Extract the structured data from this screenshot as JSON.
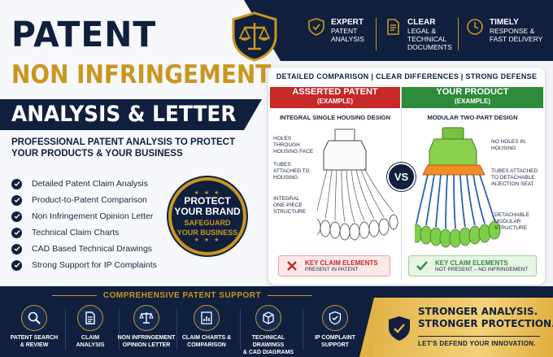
{
  "header": {
    "title_line1": "PATENT",
    "title_line2": "NON INFRINGEMENT",
    "title_line3": "ANALYSIS & LETTER",
    "subtitle": "PROFESSIONAL PATENT ANALYSIS TO PROTECT YOUR PRODUCTS & YOUR BUSINESS"
  },
  "top_features": [
    {
      "head": "EXPERT",
      "body1": "PATENT",
      "body2": "ANALYSIS",
      "body3": "",
      "icon": "shield-check-icon"
    },
    {
      "head": "CLEAR",
      "body1": "LEGAL &",
      "body2": "TECHNICAL",
      "body3": "DOCUMENTS",
      "icon": "document-icon"
    },
    {
      "head": "TIMELY",
      "body1": "RESPONSE &",
      "body2": "FAST DELIVERY",
      "body3": "",
      "icon": "clock-icon"
    }
  ],
  "features": [
    "Detailed Patent Claim Analysis",
    "Product-to-Patent Comparison",
    "Non Infringement Opinion Letter",
    "Technical Claim Charts",
    "CAD Based Technical Drawings",
    "Strong Support for IP Complaints"
  ],
  "badge": {
    "stars": "★ ★ ★",
    "line1": "PROTECT",
    "line2": "YOUR BRAND",
    "line3": "SAFEGUARD",
    "line4": "YOUR BUSINESS",
    "stars_bottom": "★ ★ ★"
  },
  "comparison": {
    "top_label": "DETAILED COMPARISON  |  CLEAR DIFFERENCES  |  STRONG DEFENSE",
    "left": {
      "head": "ASSERTED PATENT",
      "sub": "(EXAMPLE)",
      "design": "INTEGRAL SINGLE HOUSING DESIGN",
      "notes": [
        "HOLES THROUGH HOUSING FACE",
        "TUBES ATTACHED TO HOUSING",
        "INTEGRAL ONE-PIECE STRUCTURE"
      ],
      "result1": "KEY CLAIM ELEMENTS",
      "result2": "PRESENT IN PATENT",
      "color": "#c62828"
    },
    "right": {
      "head": "YOUR PRODUCT",
      "sub": "(EXAMPLE)",
      "design": "MODULAR TWO-PART DESIGN",
      "notes": [
        "NO HOLES IN HOUSING",
        "TUBES ATTACHED TO DETACHABLE INJECTION SEAT",
        "DETACHABLE MODULAR STRUCTURE"
      ],
      "result1": "KEY CLAIM ELEMENTS",
      "result2": "NOT PRESENT – NO INFRINGEMENT",
      "color": "#2e8b3a"
    },
    "vs": "VS"
  },
  "bottom": {
    "title": "COMPREHENSIVE PATENT SUPPORT",
    "services": [
      {
        "l1": "PATENT SEARCH",
        "l2": "& REVIEW",
        "icon": "search-icon"
      },
      {
        "l1": "CLAIM",
        "l2": "ANALYSIS",
        "icon": "document-icon"
      },
      {
        "l1": "NON INFRINGEMENT",
        "l2": "OPINION LETTER",
        "icon": "scales-icon"
      },
      {
        "l1": "CLAIM CHARTS &",
        "l2": "COMPARISON",
        "icon": "chart-icon"
      },
      {
        "l1": "TECHNICAL DRAWINGS",
        "l2": "& CAD DIAGRAMS",
        "icon": "cube-icon"
      },
      {
        "l1": "IP COMPLAINT",
        "l2": "SUPPORT",
        "icon": "shield-check-icon"
      }
    ],
    "cta_line1": "STRONGER ANALYSIS.",
    "cta_line2": "STRONGER PROTECTION.",
    "cta_tagline": "LET'S DEFEND YOUR INNOVATION."
  },
  "colors": {
    "navy": "#0f1f3d",
    "gold": "#c9971f",
    "red": "#c62828",
    "green": "#2e8b3a"
  }
}
